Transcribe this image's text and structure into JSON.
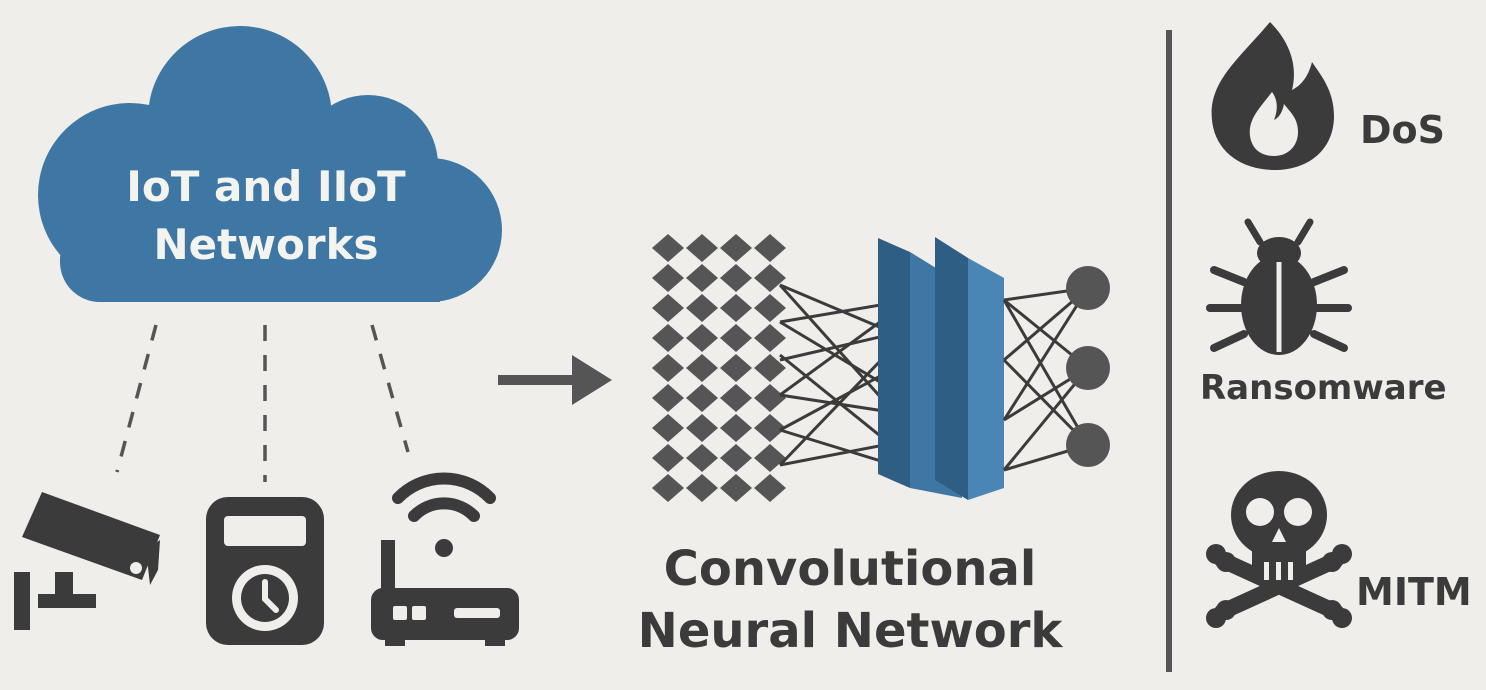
{
  "cloud": {
    "line1": "IoT and IIoT",
    "line2": "Networks",
    "color": "#3e77a3"
  },
  "devices": [
    {
      "name": "camera",
      "icon": "security-camera-icon"
    },
    {
      "name": "smart-meter",
      "icon": "smart-meter-icon"
    },
    {
      "name": "router",
      "icon": "wifi-router-icon"
    }
  ],
  "model": {
    "line1": "Convolutional",
    "line2": "Neural Network",
    "layer_color": "#3e77a3"
  },
  "threats": [
    {
      "label": "DoS",
      "icon": "flame-icon"
    },
    {
      "label": "Ransomware",
      "icon": "bug-icon"
    },
    {
      "label": "MITM",
      "icon": "skull-crossbones-icon"
    }
  ],
  "colors": {
    "background": "#efeeea",
    "icon": "#3b3b3b",
    "accent": "#3e77a3"
  }
}
